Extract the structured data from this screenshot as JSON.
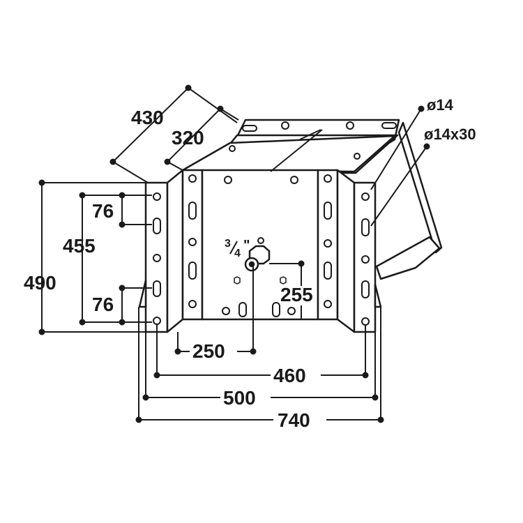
{
  "labels": {
    "d430": "430",
    "d320": "320",
    "d76_top": "76",
    "d455": "455",
    "d490": "490",
    "d76_bottom": "76",
    "d250": "250",
    "d460": "460",
    "d500": "500",
    "d740": "740",
    "d255": "255",
    "hole_round": "ø14",
    "hole_slot": "ø14x30",
    "pipe_num": "3",
    "pipe_den": "4",
    "pipe_unit": "\""
  },
  "colors": {
    "line": "#1a1a1a",
    "fill": "#ffffff",
    "background": "#ffffff"
  }
}
